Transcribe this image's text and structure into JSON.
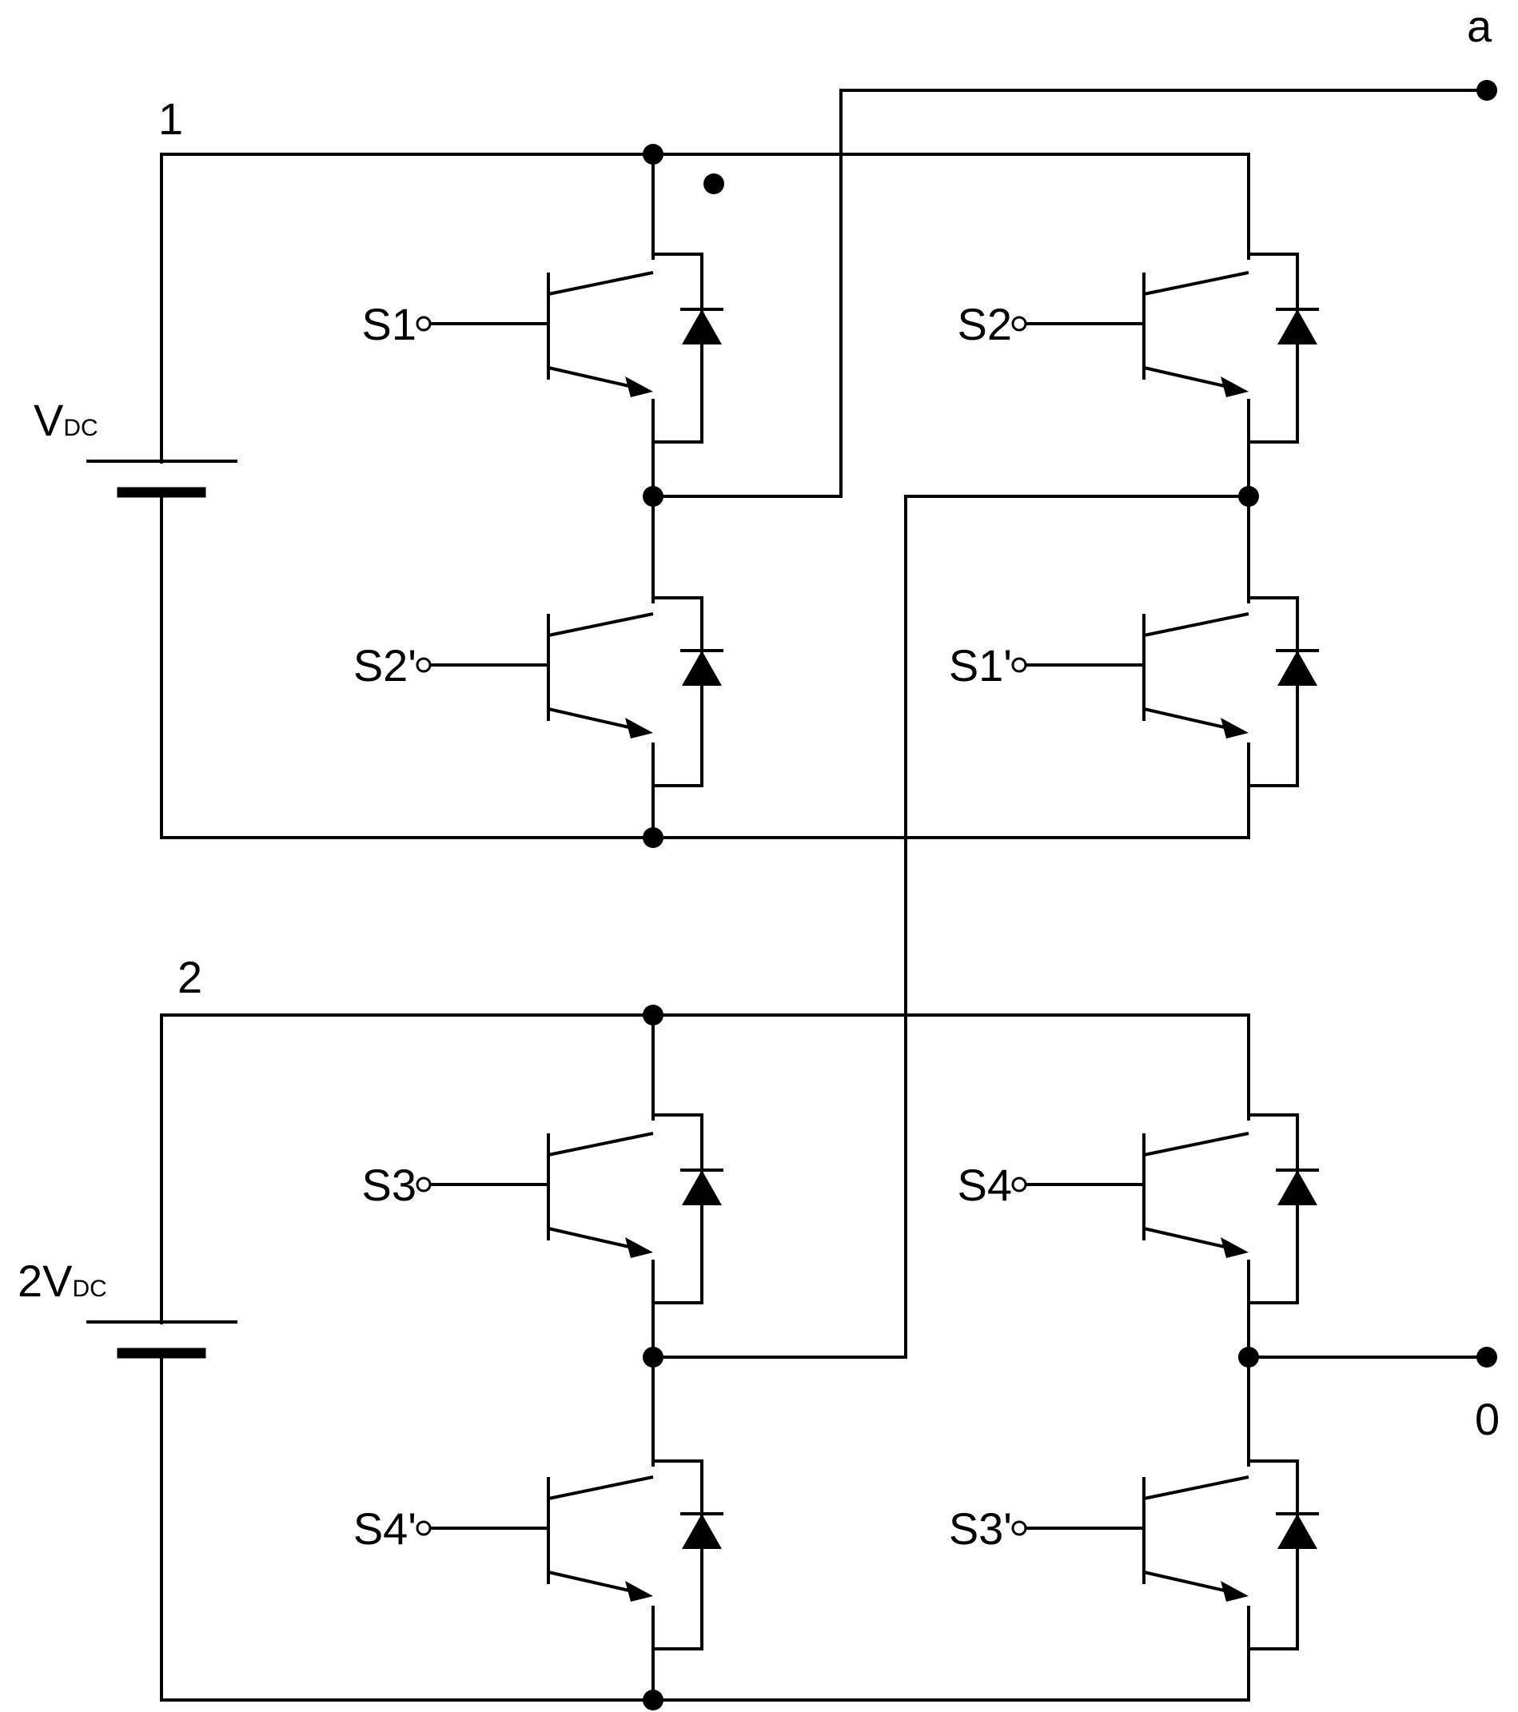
{
  "labels": {
    "node_1": "1",
    "node_2": "2",
    "output_a": "a",
    "output_0": "0",
    "vdc_top_main": "V",
    "vdc_top_sub": "DC",
    "vdc_bottom_prefix": "2V",
    "vdc_bottom_sub": "DC"
  },
  "switches": [
    {
      "id": "s1",
      "label": "S1"
    },
    {
      "id": "s2p",
      "label": "S2'"
    },
    {
      "id": "s2",
      "label": "S2"
    },
    {
      "id": "s1p",
      "label": "S1'"
    },
    {
      "id": "s3",
      "label": "S3"
    },
    {
      "id": "s4p",
      "label": "S4'"
    },
    {
      "id": "s4",
      "label": "S4"
    },
    {
      "id": "s3p",
      "label": "S3'"
    }
  ]
}
